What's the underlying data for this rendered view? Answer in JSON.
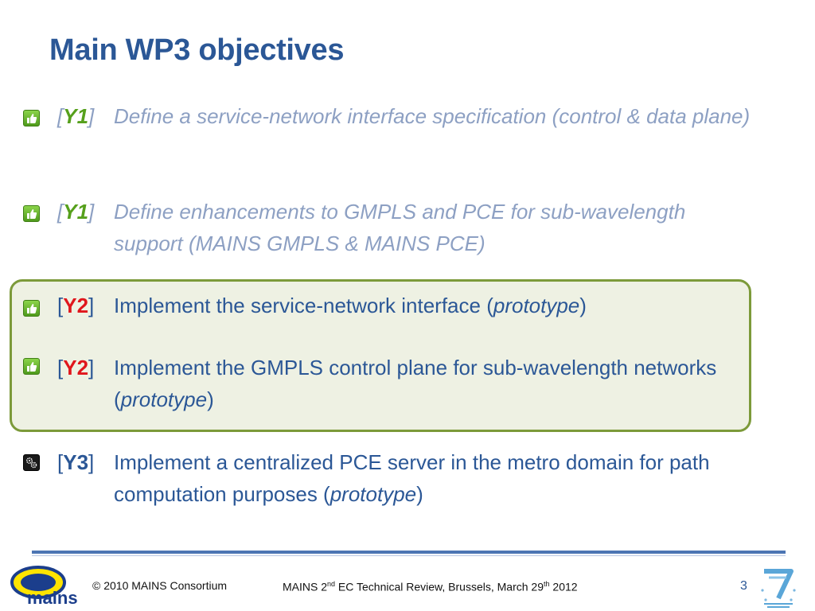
{
  "slide": {
    "title": "Main WP3 objectives",
    "items": [
      {
        "icon": "thumbs-up-icon",
        "year": "Y1",
        "text": "Define a service-network interface specification (control & data plane)"
      },
      {
        "icon": "thumbs-up-icon",
        "year": "Y1",
        "text": "Define enhancements to GMPLS and PCE for sub-wavelength support (MAINS GMPLS & MAINS PCE)"
      },
      {
        "icon": "thumbs-up-icon",
        "year": "Y2",
        "text_before": "Implement the service-network interface (",
        "text_em": "prototype",
        "text_after": ")"
      },
      {
        "icon": "thumbs-up-icon",
        "year": "Y2",
        "text_before": "Implement the GMPLS control plane for sub-wavelength networks (",
        "text_em": "prototype",
        "text_after": ")"
      },
      {
        "icon": "gears-icon",
        "year": "Y3",
        "text_before": "Implement a centralized PCE server in the metro domain for path computation purposes (",
        "text_em": "prototype",
        "text_after": ")"
      }
    ],
    "bracket_open": "[",
    "bracket_close": "]"
  },
  "footer": {
    "copyright": "© 2010 MAINS Consortium",
    "event_a": "MAINS 2",
    "event_sup1": "nd",
    "event_b": " EC Technical Review, Brussels, March 29",
    "event_sup2": "th",
    "event_c": " 2012",
    "page_number": "3",
    "logo_text": "mains"
  },
  "colors": {
    "title": "#2b5796",
    "faded_text": "#8da0c3",
    "year_green": "#56a01c",
    "year_red": "#e0161c",
    "box_border": "#7c9a3a",
    "box_fill": "#eef1e3"
  }
}
